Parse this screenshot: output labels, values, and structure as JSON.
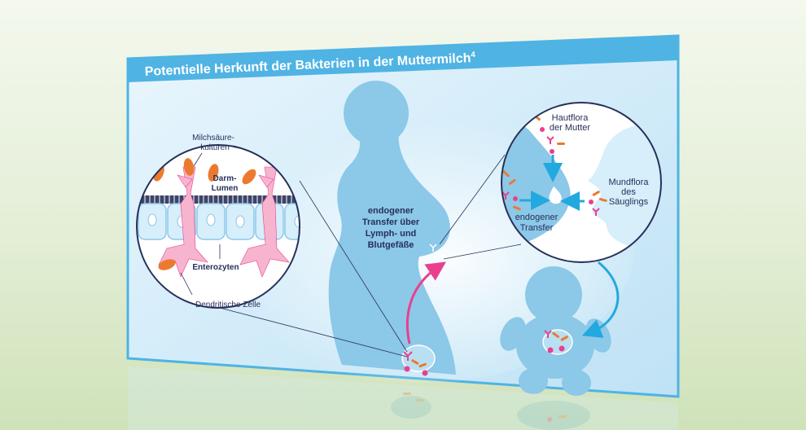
{
  "header": {
    "title": "Potentielle Herkunft der Bakterien in der Muttermilch",
    "superscript": "4"
  },
  "intestine_inset": {
    "milk_cultures_line1": "Milchsäure-",
    "milk_cultures_line2": "kulturen",
    "lumen_line1": "Darm-",
    "lumen_line2": "Lumen",
    "enterocytes": "Enterozyten",
    "dendritic": "Dendritische Zelle"
  },
  "center": {
    "line1": "endogener",
    "line2": "Transfer über",
    "line3": "Lymph- und",
    "line4": "Blutgefäße"
  },
  "breast_inset": {
    "skin_line1": "Hautflora",
    "skin_line2": "der Mutter",
    "mouth_line1": "Mundflora",
    "mouth_line2": "des",
    "mouth_line3": "Säuglings",
    "endo_line1": "endogener",
    "endo_line2": "Transfer"
  },
  "colors": {
    "header_blue": "#4fb3e4",
    "panel_light": "#e9f5fc",
    "silhouette": "#8cc8e8",
    "pink": "#ea3f8f",
    "orange": "#ec7a2e",
    "arrow_blue": "#22a9df",
    "text_navy": "#27305a",
    "cell_pink": "#f6b4cf"
  }
}
